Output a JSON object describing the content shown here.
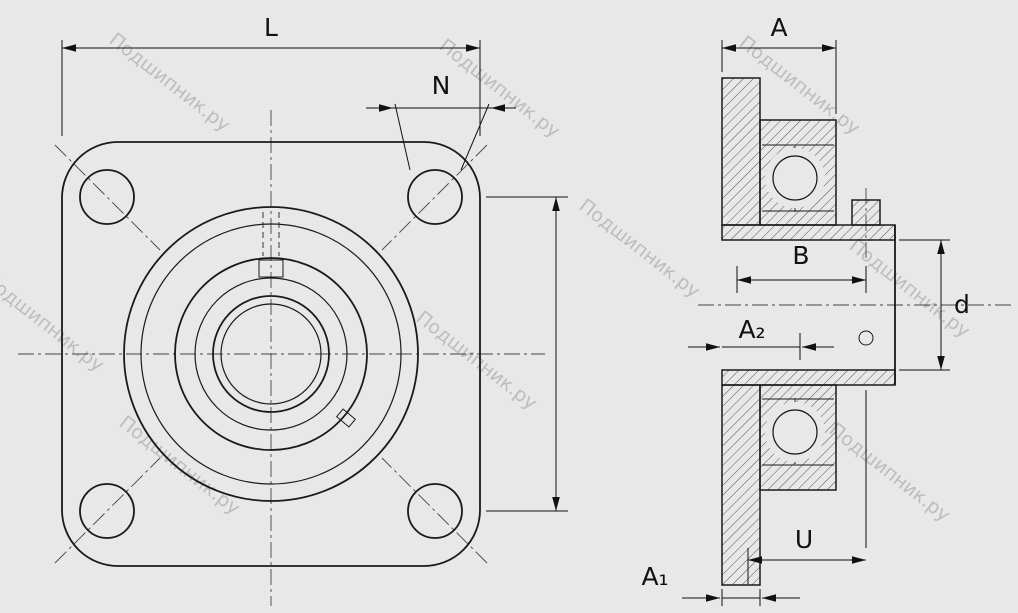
{
  "watermark": {
    "text": "Подшипник.ру"
  },
  "dims": {
    "L": "L",
    "N": "N",
    "A": "A",
    "B": "B",
    "d": "d",
    "A2": "A₂",
    "A1": "A₁",
    "U": "U"
  },
  "colors": {
    "background": "#e8e8e8",
    "line": "#1a1a1a",
    "watermark": "#9a9a9a"
  }
}
